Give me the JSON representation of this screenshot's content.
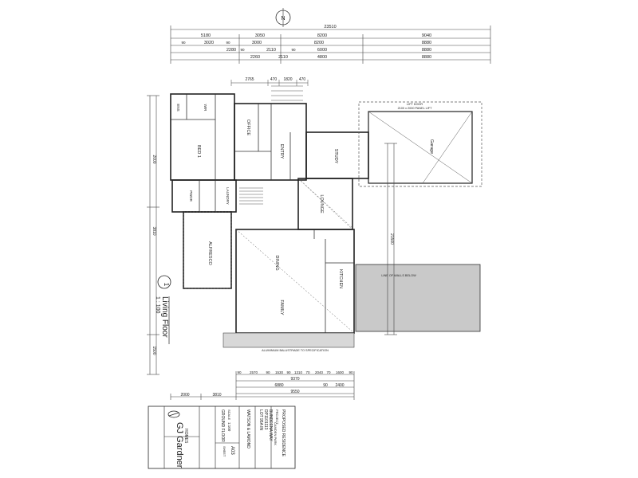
{
  "drawing": {
    "north_mark": "N",
    "overall_top": "23510",
    "top_dims_row1": [
      "5180",
      "3050",
      "8200",
      "9040"
    ],
    "top_dims_row2": [
      "3020",
      "3000",
      "8200",
      "8880"
    ],
    "top_dims_row3": [
      "2280",
      "2110",
      "6000",
      "8880"
    ],
    "top_dims_row4": [
      "2260",
      "2110",
      "4800",
      "8880"
    ],
    "top_dims_small": [
      "90",
      "90",
      "90",
      "90"
    ],
    "upper_dims": [
      "2765",
      "470",
      "1820",
      "470"
    ],
    "rooms": {
      "bed": "BED 1",
      "ens": "ENS",
      "wir": "WIR",
      "office": "OFFICE",
      "entry": "ENTRY",
      "study": "STUDY",
      "garage": "Garage",
      "lounge": "LOUNGE",
      "dining": "DINING",
      "family": "FAMILY",
      "kitchen": "KITCHEN",
      "alfresco": "ALFRESCO",
      "pwdr": "PWDR",
      "laundry": "LAUNDRY"
    },
    "notes": {
      "lift_door": "LIFT DOOR",
      "panel_lift": "2100 x 2000 PANEL LIFT",
      "line_of_walls": "LINE OF WALLS BELOW",
      "balustrade": "ALUMINIUM BALUSTRADE TO SPECIFICATION"
    },
    "side_dims": [
      "2000",
      "3810",
      "21500",
      "1500"
    ],
    "bottom_dims_row1": [
      "90",
      "2570",
      "90",
      "1530",
      "90",
      "1310",
      "70",
      "2040",
      "70",
      "1600",
      "90"
    ],
    "bottom_total_1": "9370",
    "bottom_dims_row2": [
      "6880",
      "90",
      "2400"
    ],
    "bottom_total_2": "9550",
    "bottom_left": [
      "2000",
      "3810"
    ],
    "view_number": "1",
    "view_title": "Living Floor",
    "view_scale": "1 : 100"
  },
  "title_block": {
    "company": "GJ Gardner",
    "company_sub": "HOMES",
    "project_label": "PROJECT",
    "project_name": "PROPOSED RESIDENCE",
    "lot": "LOT 95A IN",
    "dp": "DP1101113",
    "street": "BUNDEENA WAY",
    "suburb": "CAMDEN PARK",
    "client": "WATSON & LAMOND",
    "sheet_title": "GROUND FLOOR",
    "scale_label": "SCALE",
    "scale_value": "1:100",
    "sheet_no_label": "SHEET",
    "sheet_no": "A03"
  }
}
